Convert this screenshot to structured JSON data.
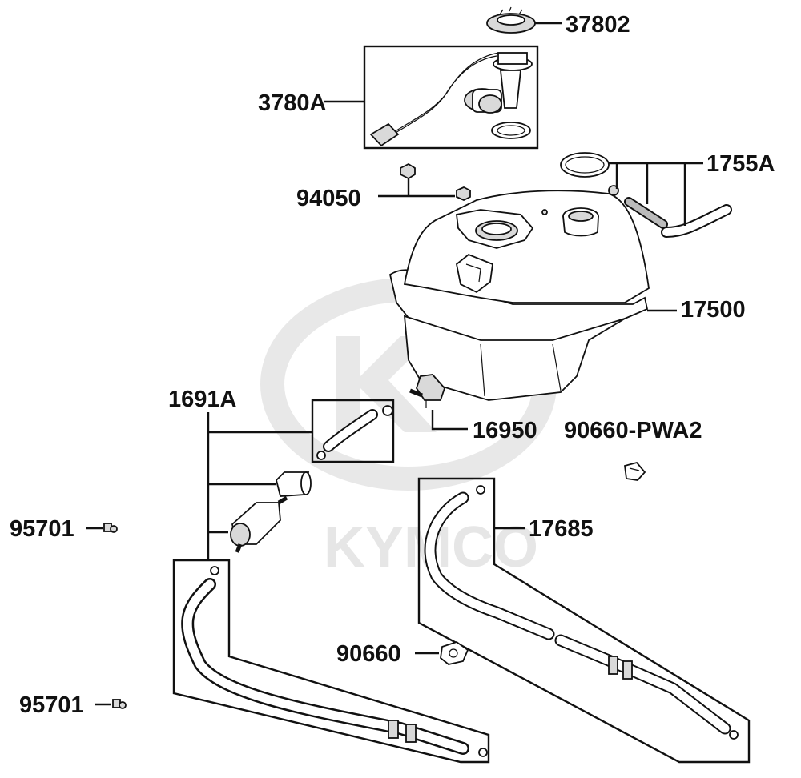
{
  "watermark": {
    "brand": "KYMCO",
    "logo_mark": "K"
  },
  "labels": {
    "p37802": "37802",
    "p3780A": "3780A",
    "p1755A": "1755A",
    "p94050": "94050",
    "p17500": "17500",
    "p1691A": "1691A",
    "p16950": "16950",
    "p90660pwa2": "90660-PWA2",
    "p95701a": "95701",
    "p17685": "17685",
    "p90660": "90660",
    "p95701b": "95701"
  }
}
